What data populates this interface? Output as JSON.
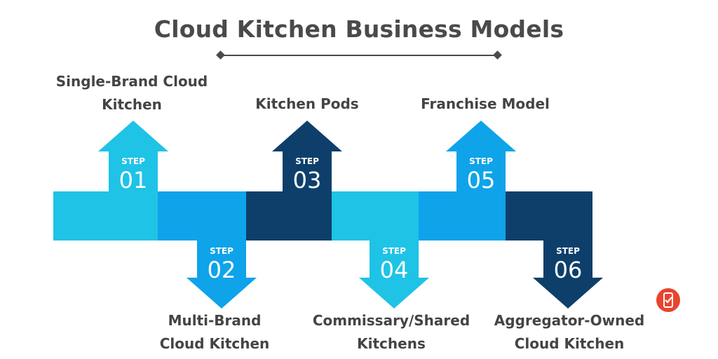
{
  "title": "Cloud Kitchen Business Models",
  "steps": [
    {
      "word": "STEP",
      "num": "01",
      "label_line1": "Single-Brand Cloud",
      "label_line2": "Kitchen",
      "color": "#1ec3e6",
      "direction": "up"
    },
    {
      "word": "STEP",
      "num": "02",
      "label_line1": "Multi-Brand",
      "label_line2": "Cloud Kitchen",
      "color": "#0fa3ea",
      "direction": "down"
    },
    {
      "word": "STEP",
      "num": "03",
      "label_line1": "Kitchen Pods",
      "label_line2": "",
      "color": "#0e3f6b",
      "direction": "up"
    },
    {
      "word": "STEP",
      "num": "04",
      "label_line1": "Commissary/Shared",
      "label_line2": "Kitchens",
      "color": "#1ec3e6",
      "direction": "down"
    },
    {
      "word": "STEP",
      "num": "05",
      "label_line1": "Franchise Model",
      "label_line2": "",
      "color": "#0fa3ea",
      "direction": "up"
    },
    {
      "word": "STEP",
      "num": "06",
      "label_line1": "Aggregator-Owned",
      "label_line2": "Cloud Kitchen",
      "color": "#0e3f6b",
      "direction": "down"
    }
  ],
  "colors": {
    "title": "#4a4a4a",
    "label": "#444444",
    "logo": "#e8442e"
  },
  "icons": {
    "logo": "mobile-check-logo-icon"
  }
}
